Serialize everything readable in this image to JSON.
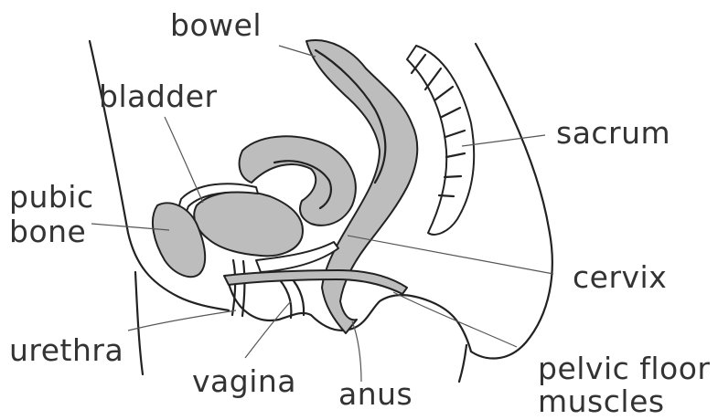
{
  "diagram": {
    "labels": {
      "bowel": "bowel",
      "bladder": "bladder",
      "pubic_bone_1": "pubic",
      "pubic_bone_2": "bone",
      "sacrum": "sacrum",
      "cervix": "cervix",
      "urethra": "urethra",
      "vagina": "vagina",
      "anus": "anus",
      "pelvic_floor_1": "pelvic floor",
      "pelvic_floor_2": "muscles"
    },
    "colors": {
      "organ_fill": "#bdbdbd",
      "outline": "#222222",
      "label_text": "#333333"
    }
  }
}
